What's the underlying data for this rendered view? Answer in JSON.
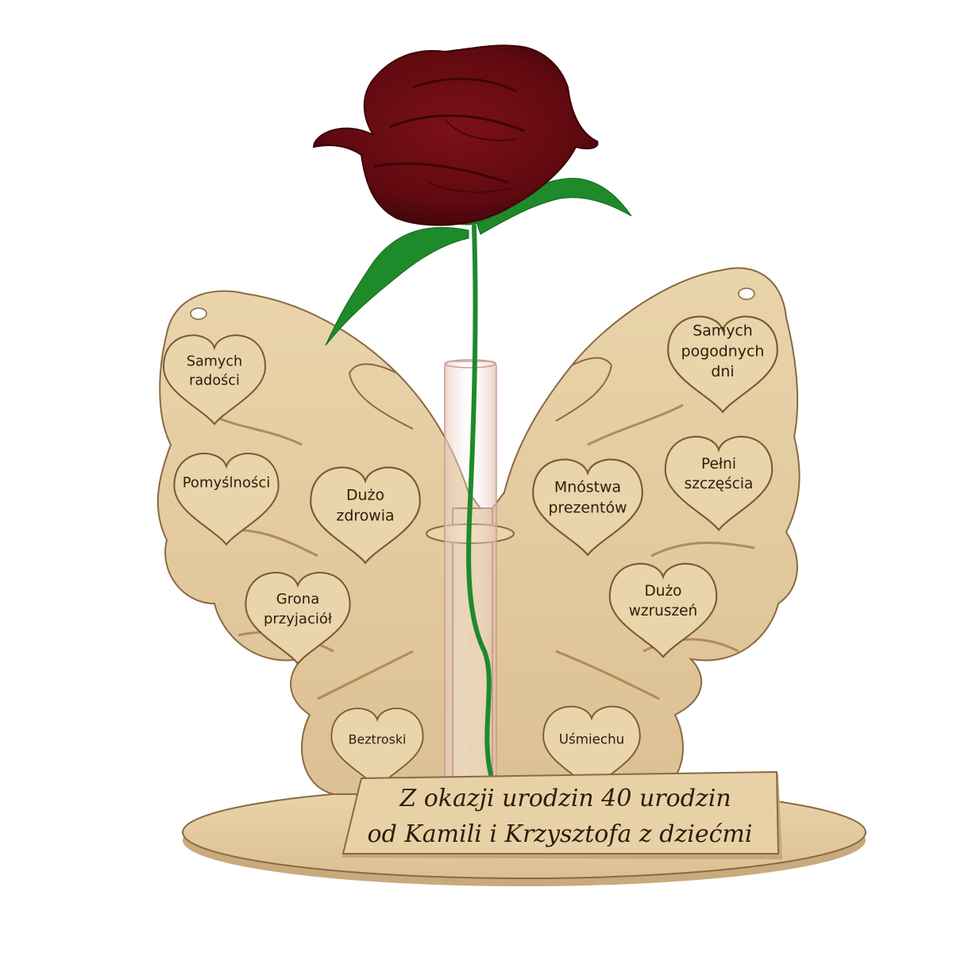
{
  "hearts": {
    "h1": [
      "Samych",
      "radości"
    ],
    "h2": [
      "Pomyślności"
    ],
    "h3": [
      "Dużo",
      "zdrowia"
    ],
    "h4": [
      "Grona",
      "przyjaciół"
    ],
    "h5": [
      "Beztroski"
    ],
    "h6": [
      "Samych",
      "pogodnych",
      "dni"
    ],
    "h7": [
      "Pełni",
      "szczęścia"
    ],
    "h8": [
      "Mnóstwa",
      "prezentów"
    ],
    "h9": [
      "Dużo",
      "wzruszeń"
    ],
    "h10": [
      "Uśmiechu"
    ]
  },
  "plaque": {
    "line1": "Z okazji urodzin 40 urodzin",
    "line2": "od Kamili i Krzysztofa z dziećmi"
  },
  "colors": {
    "wood": "#e6cfa6",
    "wood_edge": "#7a5a33",
    "rose": "#6e0a0f",
    "rose_shadow": "#3c0508",
    "stem": "#1f8a2a"
  }
}
